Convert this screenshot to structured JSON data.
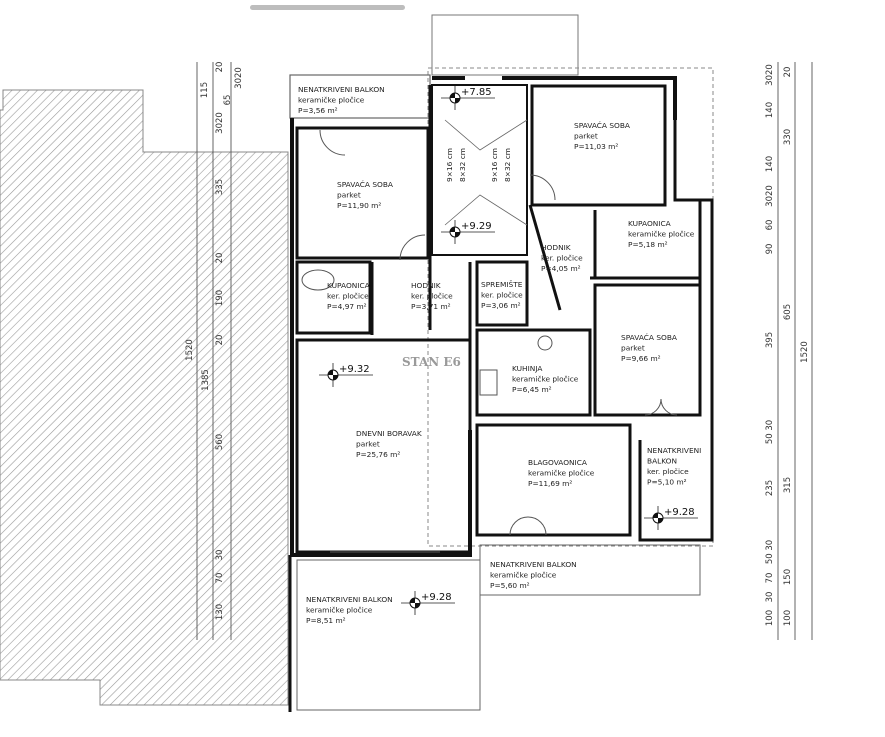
{
  "plan": {
    "watermark": "STAN E6",
    "rooms": [
      {
        "lines": [
          "NENATKRIVENI BALKON",
          "keramičke pločice",
          "P=3,56 m²"
        ]
      },
      {
        "lines": [
          "SPAVAĆA SOBA",
          "parket",
          "P=11,90 m²"
        ]
      },
      {
        "lines": [
          "KUPAONICA",
          "ker. pločice",
          "P=4,97 m²"
        ]
      },
      {
        "lines": [
          "HODNIK",
          "ker. pločice",
          "P=3,71 m²"
        ]
      },
      {
        "lines": [
          "SPREMIŠTE",
          "ker. pločice",
          "P=3,06 m²"
        ]
      },
      {
        "lines": [
          "HODNIK",
          "ker. pločice",
          "P=4,05 m²"
        ]
      },
      {
        "lines": [
          "SPAVAĆA SOBA",
          "parket",
          "P=11,03 m²"
        ]
      },
      {
        "lines": [
          "KUPAONICA",
          "keramičke pločice",
          "P=5,18 m²"
        ]
      },
      {
        "lines": [
          "SPAVAĆA SOBA",
          "parket",
          "P=9,66 m²"
        ]
      },
      {
        "lines": [
          "KUHINJA",
          "keramičke pločice",
          "P=6,45 m²"
        ]
      },
      {
        "lines": [
          "DNEVNI BORAVAK",
          "parket",
          "P=25,76 m²"
        ]
      },
      {
        "lines": [
          "BLAGOVAONICA",
          "keramičke pločice",
          "P=11,69 m²"
        ]
      },
      {
        "lines": [
          "NENATKRIVENI",
          "BALKON",
          "ker. pločice",
          "P=5,10 m²"
        ]
      },
      {
        "lines": [
          "NENATKRIVENI BALKON",
          "keramičke pločice",
          "P=5,60 m²"
        ]
      },
      {
        "lines": [
          "NENATKRIVENI BALKON",
          "keramičke pločice",
          "P=8,51 m²"
        ]
      }
    ],
    "elevations": [
      "+7.85",
      "+9.29",
      "+9.32",
      "+9.28",
      "+9.28"
    ],
    "stairs": [
      "9×16 cm",
      "8×32 cm",
      "9×16 cm",
      "8×32 cm"
    ],
    "dimensions_left": [
      "1520",
      "115",
      "1385",
      "20",
      "3020",
      "65",
      "3020",
      "335",
      "20",
      "190",
      "20",
      "560",
      "30",
      "70",
      "130"
    ],
    "dimensions_right": [
      "3020",
      "140",
      "140",
      "3020",
      "60",
      "90",
      "395",
      "50 30",
      "235",
      "50 30",
      "70",
      "30",
      "100",
      "20",
      "330",
      "605",
      "315",
      "150",
      "100",
      "1520"
    ]
  }
}
